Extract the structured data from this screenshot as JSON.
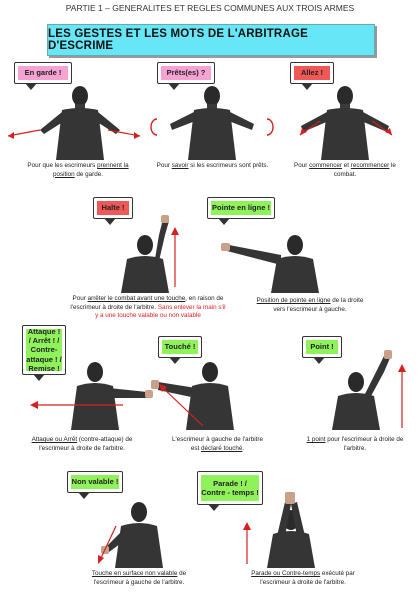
{
  "header": "PARTIE 1 – GENERALITES ET REGLES COMMUNES AUX TROIS ARMES",
  "title": "LES GESTES ET LES MOTS DE L'ARBITRAGE D'ESCRIME",
  "colors": {
    "banner": "#66e6f6",
    "pink": "#f6a3d4",
    "red": "#f05757",
    "green": "#8ff25a",
    "arrow": "#d52020"
  },
  "gestures": [
    {
      "tag": "En garde !",
      "caption": {
        "pre": "Pour que les escrimeurs ",
        "u1": "prennent la position",
        "post": " de garde."
      }
    },
    {
      "tag": "Prêts(es) ?",
      "caption": {
        "pre": "Pour ",
        "u1": "savoir",
        "post": " si les escrimeurs sont prêts."
      }
    },
    {
      "tag": "Allez !",
      "caption": {
        "pre": "Pour ",
        "u1": "commencer",
        "mid": " et ",
        "u2": "recommencer",
        "post": " le combat."
      }
    },
    {
      "tag": "Halte !",
      "caption": {
        "pre": "Pour ",
        "u1": "arrêter le combat avant une touche",
        "post": ", en raison de l'escrimeur à droite de l'arbitre.",
        "red": " Sans enlever la main s'il y a une touche valable ou non valable"
      }
    },
    {
      "tag": "Pointe en ligne !",
      "caption": {
        "u1": "Position de pointe en ligne",
        "post": " de la droite vers l'escrimeur à gauche."
      }
    },
    {
      "tag": "Attaque ! / Arrêt ! / Contre-attaque ! / Remise !",
      "caption": {
        "u1": "Attaque ou Arrêt",
        "post": " (contre-attaque) de l'escrimeur à droite de l'arbitre."
      }
    },
    {
      "tag": "Touché !",
      "caption": {
        "pre": "L'escrimeur à gauche de l'arbitre est ",
        "u1": "déclaré touché",
        "post": "."
      }
    },
    {
      "tag": "Point !",
      "caption": {
        "u1": "1 point",
        "post": " pour l'escrimeur à droite de l'arbitre."
      }
    },
    {
      "tag": "Non valable !",
      "caption": {
        "u1": "Touche en surface non valable",
        "post": " de l'escrimeur à gauche de l'arbitre."
      }
    },
    {
      "tag": "Parade ! / Contre - temps !",
      "caption": {
        "u1": "Parade ou Contre-temps",
        "post": " exécuté par l'escrimeur à droite de l'arbitre."
      }
    }
  ]
}
